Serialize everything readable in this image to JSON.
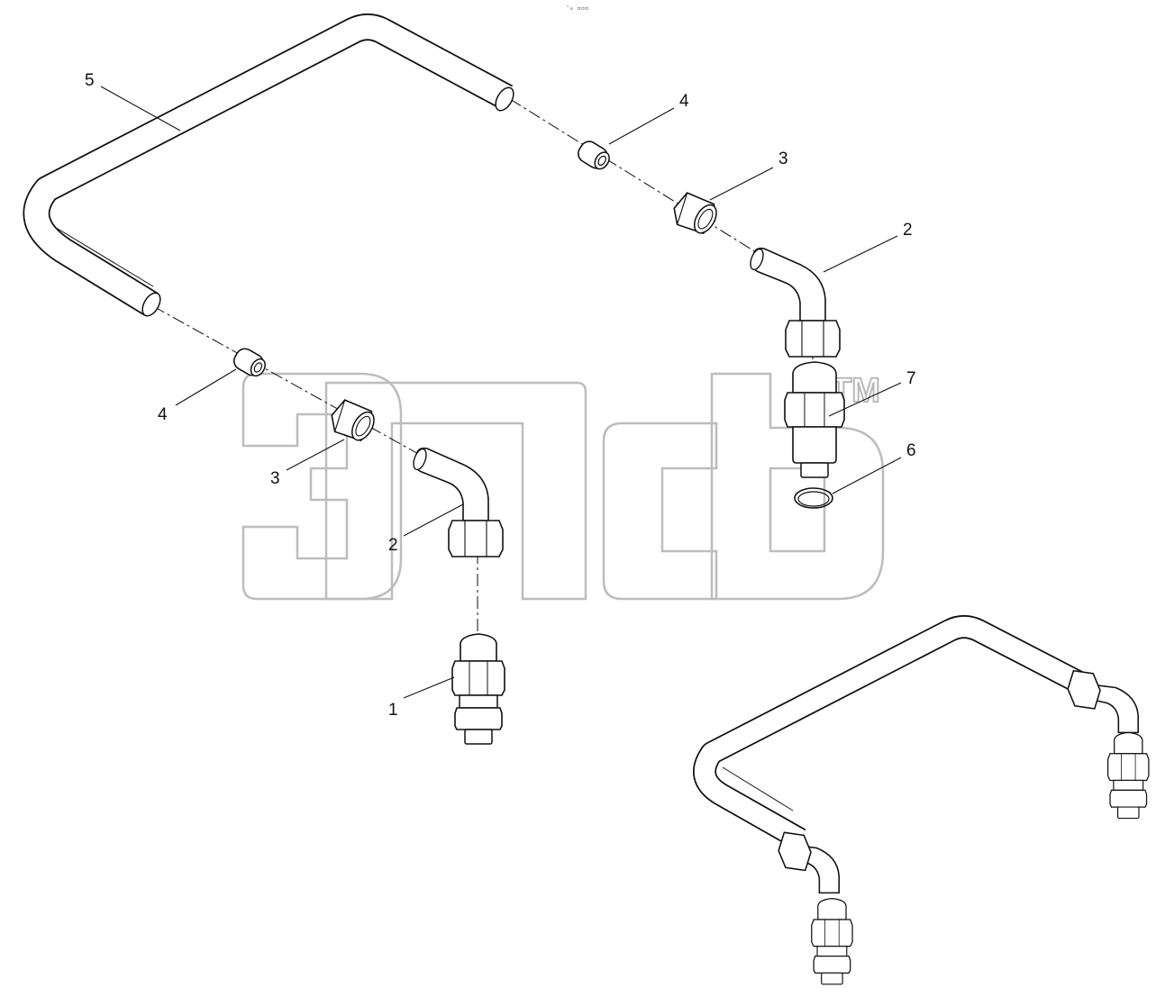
{
  "header_code": "⁼ₒ ▫▫▫",
  "watermark": {
    "trademark": "TM",
    "color": "#bdbdbd"
  },
  "callouts": [
    {
      "id": "c5",
      "label": "5"
    },
    {
      "id": "c4a",
      "label": "4"
    },
    {
      "id": "c3a",
      "label": "3"
    },
    {
      "id": "c2a",
      "label": "2"
    },
    {
      "id": "c7",
      "label": "7"
    },
    {
      "id": "c6",
      "label": "6"
    },
    {
      "id": "c4b",
      "label": "4"
    },
    {
      "id": "c3b",
      "label": "3"
    },
    {
      "id": "c2b",
      "label": "2"
    },
    {
      "id": "c1",
      "label": "1"
    }
  ]
}
